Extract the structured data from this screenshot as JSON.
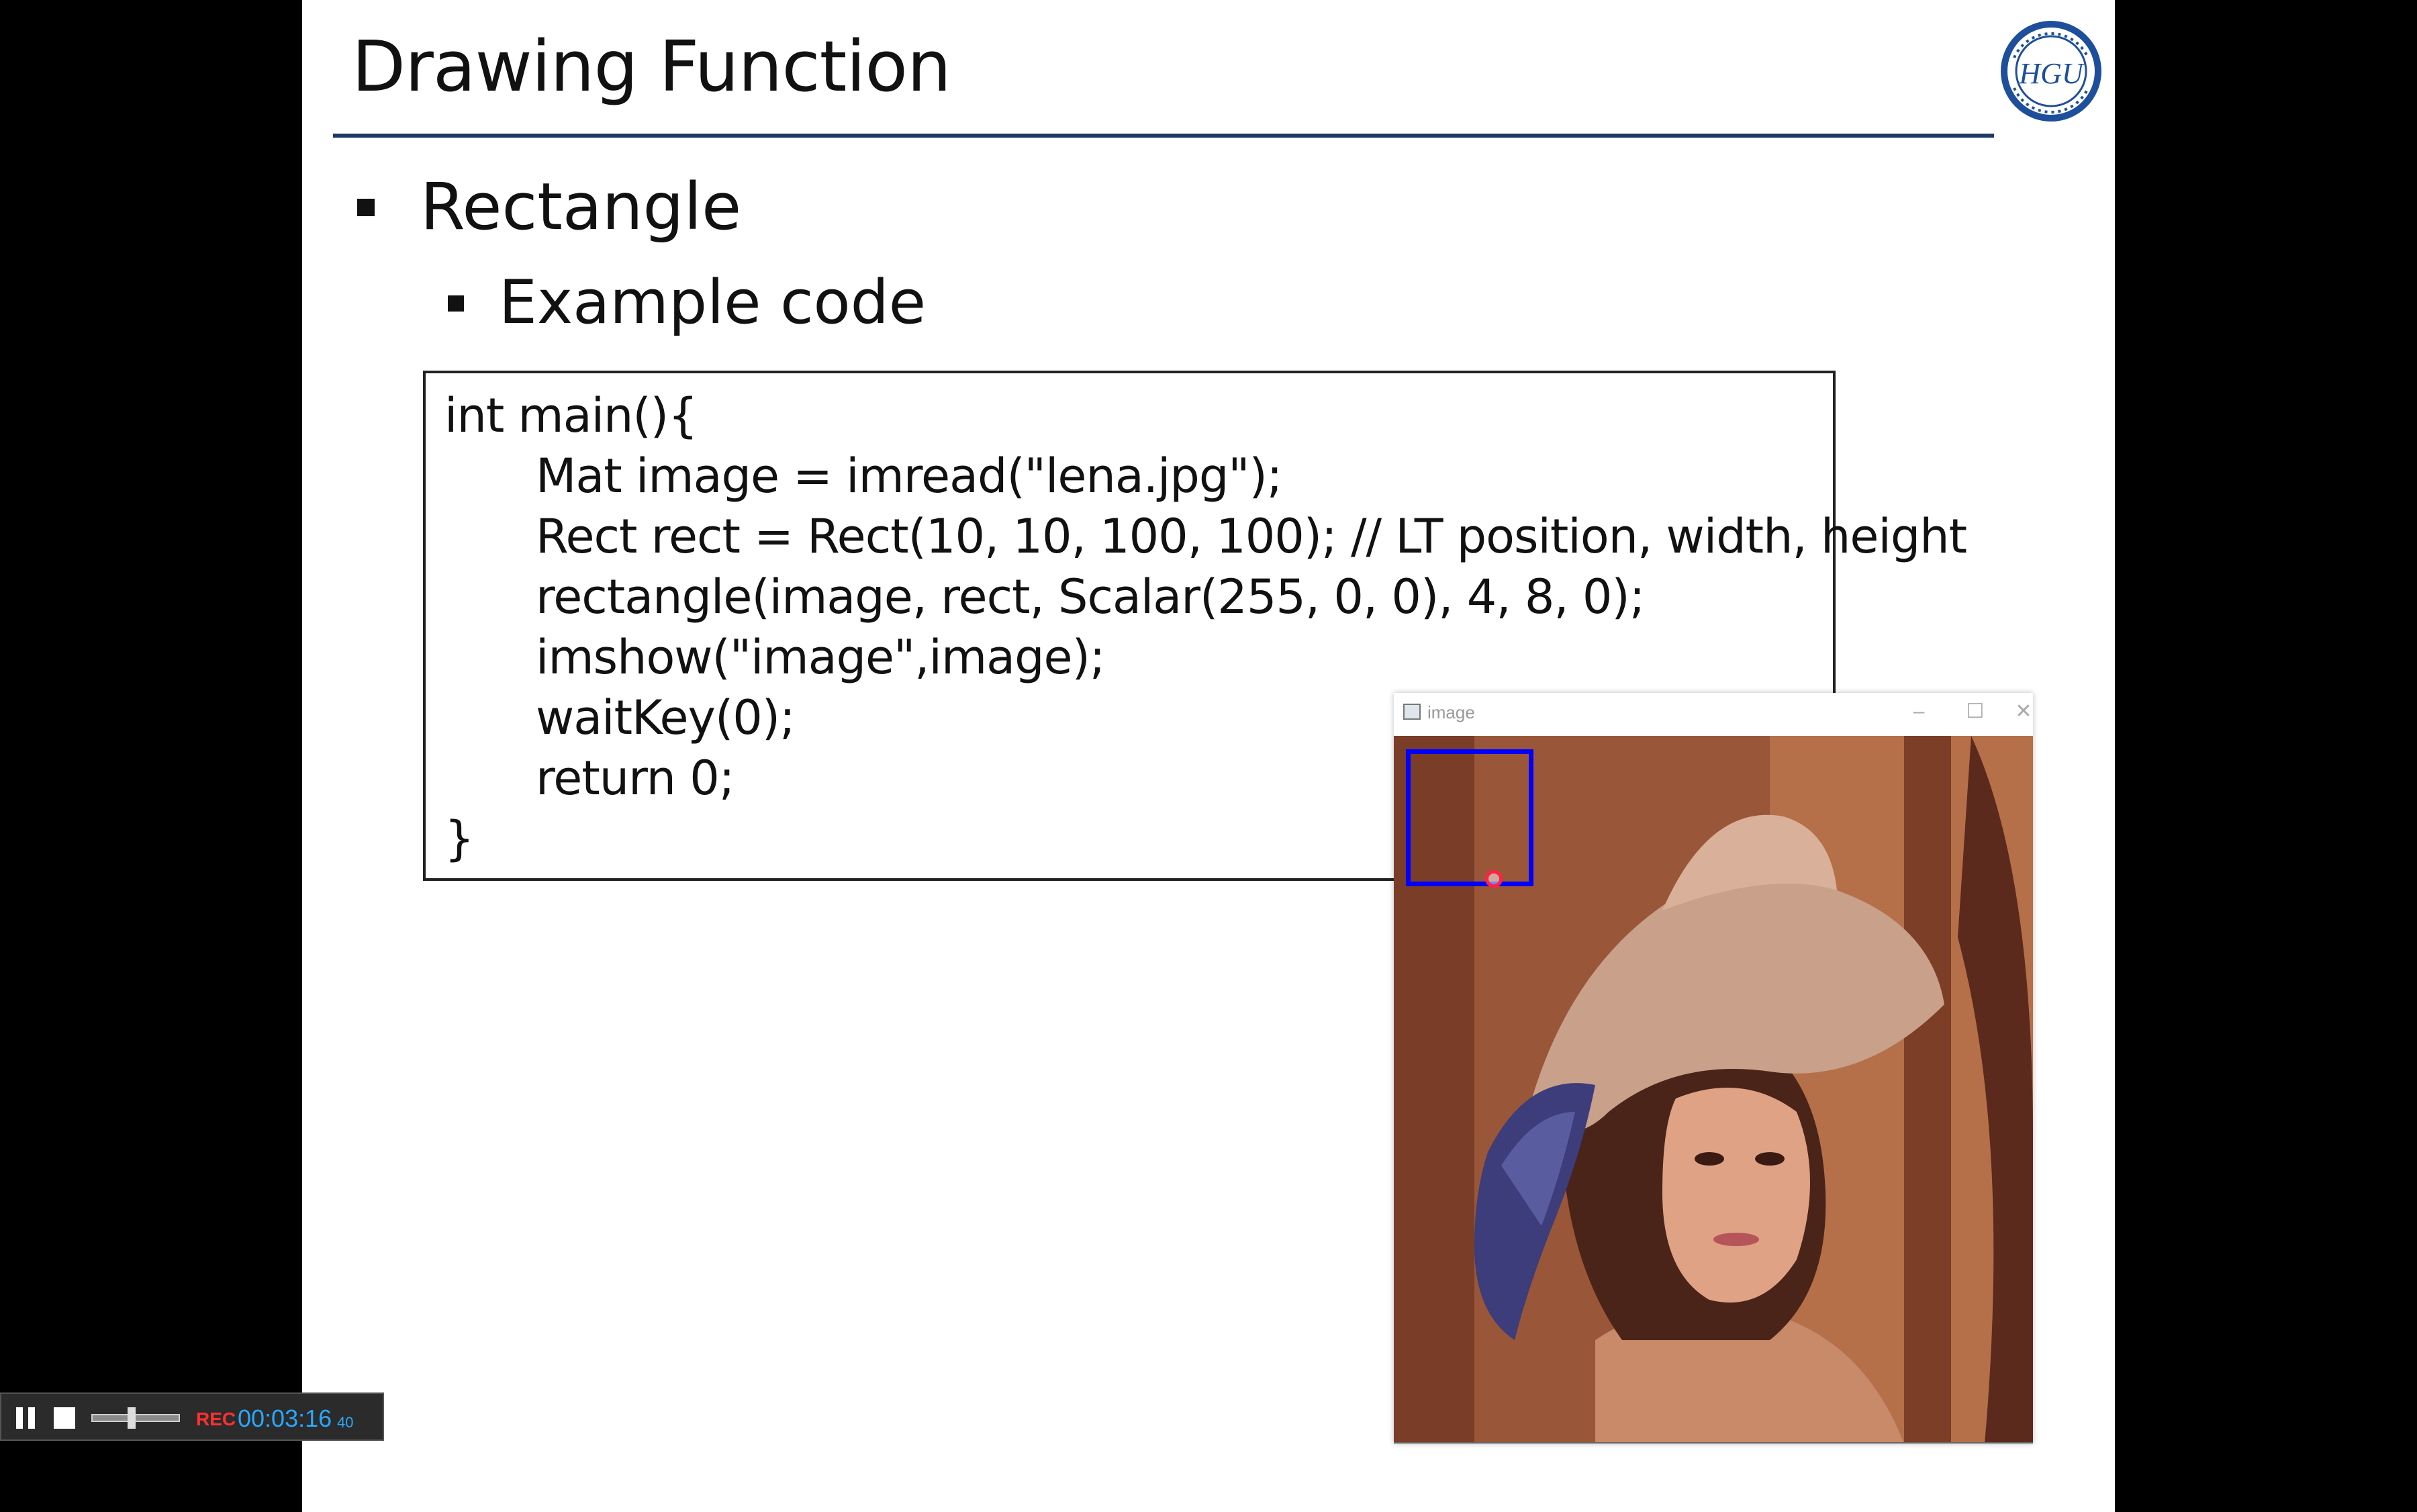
{
  "slide": {
    "title": "Drawing Function",
    "bullet1": "Rectangle",
    "bullet2": "Example code",
    "code_lines": [
      "int main(){",
      "Mat image = imread(\"lena.jpg\");",
      "Rect rect = Rect(10, 10, 100, 100); // LT position, width, height",
      "rectangle(image, rect, Scalar(255, 0, 0), 4, 8, 0);",
      "imshow(\"image\",image);",
      "waitKey(0);",
      "return 0;",
      "}"
    ],
    "logo_text": "HGU"
  },
  "image_window": {
    "title": "image",
    "minimize_glyph": "–",
    "maximize_glyph": "☐",
    "close_glyph": "✕"
  },
  "recorder": {
    "rec_label": "REC",
    "time": "00:03:16",
    "fraction": "40",
    "progress": 0.45
  },
  "colors": {
    "title_rule": "#1f3864",
    "rect_stroke": "#0000ff",
    "rec_time": "#29a8ff"
  }
}
